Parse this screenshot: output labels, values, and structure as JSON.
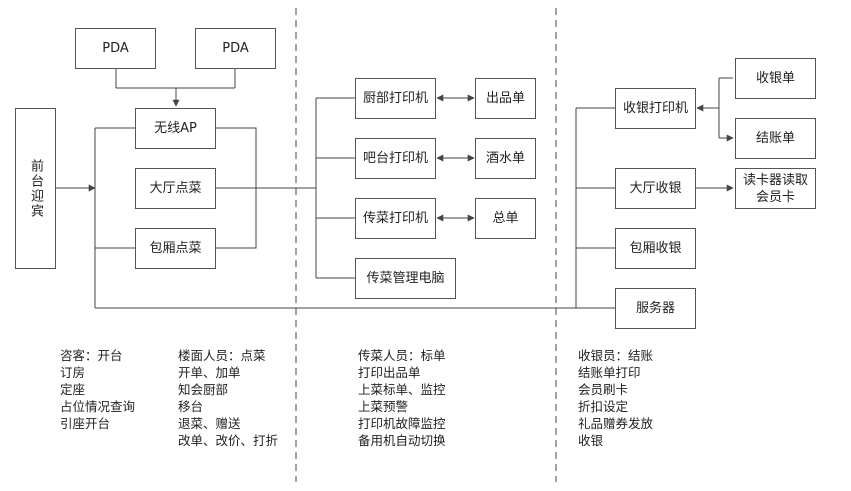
{
  "zones": {
    "front": {
      "reception": "前台迎宾",
      "pda1": "PDA",
      "pda2": "PDA",
      "wireless_ap": "无线AP",
      "hall_order": "大厅点菜",
      "room_order": "包厢点菜"
    },
    "kitchen": {
      "kitchen_printer": "厨部打印机",
      "bar_printer": "吧台打印机",
      "serve_printer": "传菜打印机",
      "serve_pc": "传菜管理电脑",
      "output_slip": "出品单",
      "drink_slip": "酒水单",
      "master_slip": "总单"
    },
    "cashier": {
      "cashier_printer": "收银打印机",
      "receipt": "收银单",
      "bill": "结账单",
      "hall_cashier": "大厅收银",
      "card_reader": "读卡器读取会员卡",
      "room_cashier": "包厢收银",
      "server": "服务器"
    }
  },
  "notes": {
    "reception": [
      "咨客：开台",
      "订房",
      "定座",
      "占位情况查询",
      "引座开台"
    ],
    "floor": [
      "楼面人员：点菜",
      "开单、加单",
      "知会厨部",
      "移台",
      "退菜、赠送",
      "改单、改价、打折"
    ],
    "runner": [
      "传菜人员：标单",
      "打印出品单",
      "上菜标单、监控",
      "上菜预警",
      "打印机故障监控",
      "备用机自动切换"
    ],
    "cashier": [
      "收银员：结账",
      "结账单打印",
      "会员刷卡",
      "折扣设定",
      "礼品赠券发放",
      "收银"
    ]
  },
  "colors": {
    "line": "#444444",
    "box_border": "#555555"
  }
}
